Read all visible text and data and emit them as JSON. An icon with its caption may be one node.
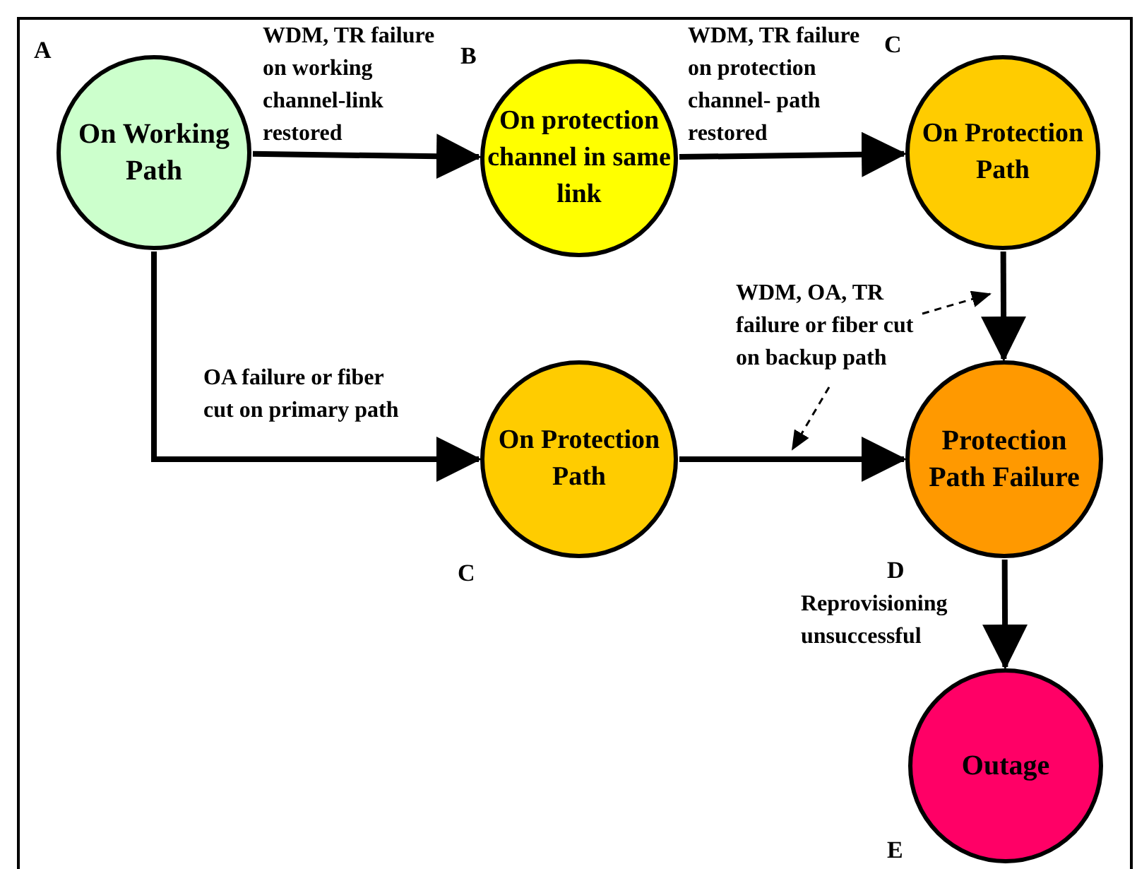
{
  "diagram": {
    "nodes": [
      {
        "text": [
          "On Working Path"
        ],
        "beside": [
          "A"
        ]
      },
      {
        "text": [
          "On protection channel in same link"
        ],
        "beside": [
          "B"
        ]
      },
      {
        "text": [
          "On Protection Path"
        ],
        "beside": [
          "C"
        ]
      },
      {
        "text": [
          "On Protection Path"
        ],
        "beside": [
          "C"
        ]
      },
      {
        "text": [
          "Protection Path Failure"
        ],
        "beside": [
          "D"
        ]
      },
      {
        "text": [
          "Outage"
        ],
        "beside": [
          "E"
        ]
      },
      {
        "text": [
          "WDM, OA, TR failure or fiber cut on backup path"
        ]
      }
    ],
    "edges": [
      {
        "from": 0,
        "to": 1,
        "arrow": "to",
        "label": "WDM, TR failure on working channel-link restored"
      },
      {
        "from": 1,
        "to": 2,
        "arrow": "to",
        "label": "WDM, TR failure on protection channel- path restored"
      },
      {
        "from": 2,
        "to": 4,
        "arrow": "to"
      },
      {
        "from": 0,
        "to": 3,
        "arrow": "to",
        "label": "OA failure or fiber cut on primary path"
      },
      {
        "from": 3,
        "to": 4,
        "arrow": "to"
      },
      {
        "from": 4,
        "to": 5,
        "arrow": "to",
        "label": "Reprovisioning unsuccessful"
      },
      {
        "from": 6,
        "to": null,
        "arrow": "to",
        "style": "dashed"
      },
      {
        "from": 6,
        "to": null,
        "arrow": "to",
        "style": "dashed"
      }
    ]
  }
}
